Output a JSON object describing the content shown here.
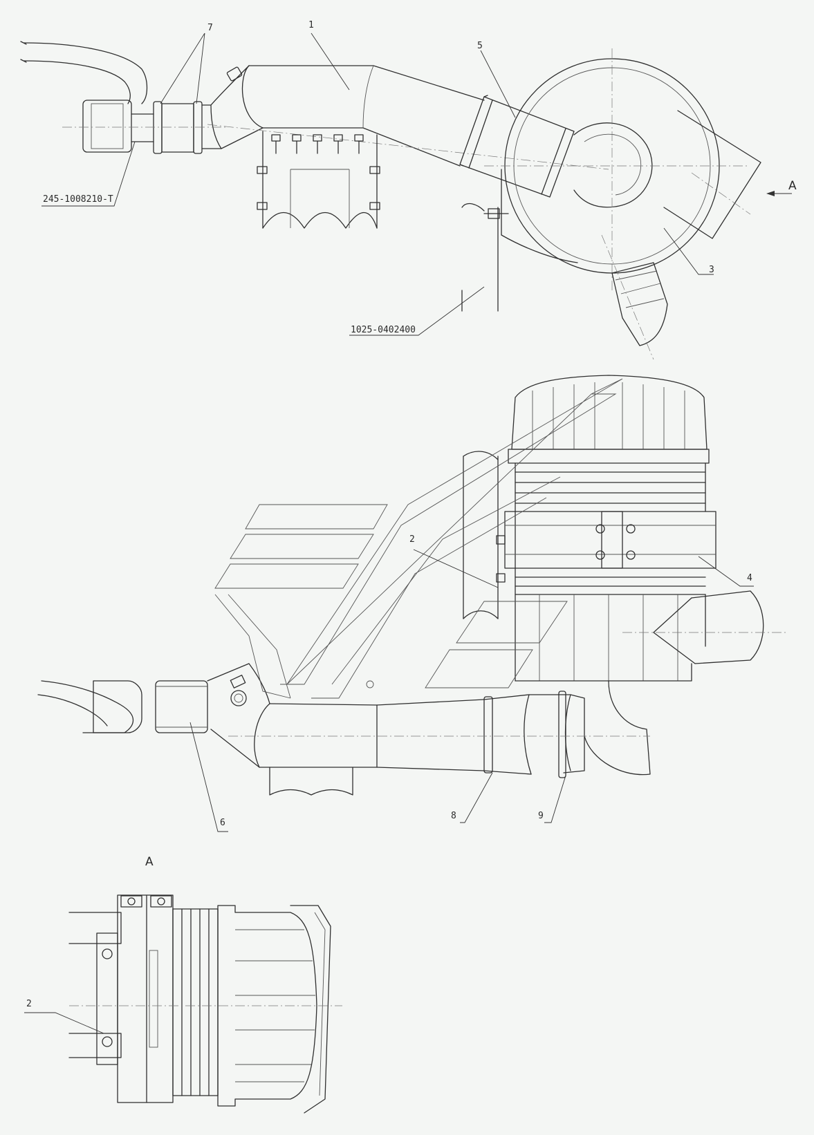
{
  "callouts": {
    "c1": "1",
    "c2": "2",
    "c3": "3",
    "c4": "4",
    "c5": "5",
    "c6": "6",
    "c7": "7",
    "c8": "8",
    "c9": "9",
    "c2_view": "2"
  },
  "part_numbers": {
    "pipe": "245-1008210-T",
    "bracket": "1025-0402400"
  },
  "view_marks": {
    "arrow_label": "A",
    "view_title": "A"
  }
}
